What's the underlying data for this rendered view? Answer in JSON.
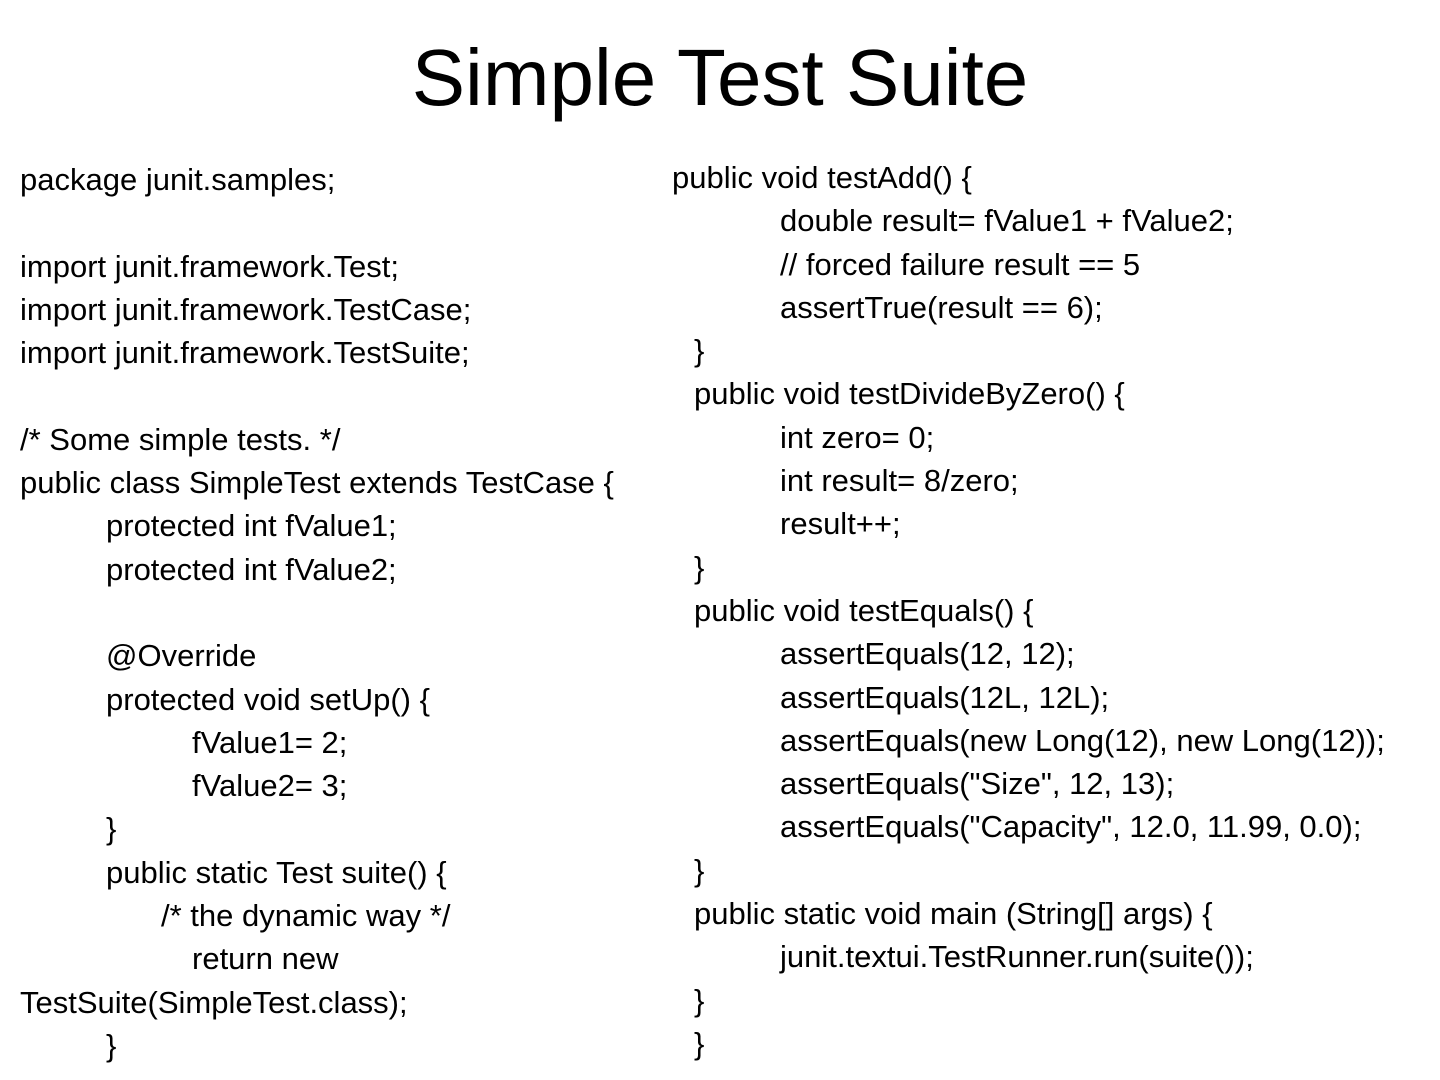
{
  "slide": {
    "title": "Simple Test Suite",
    "left_code": [
      {
        "indent": 0,
        "text": "package junit.samples;"
      },
      {
        "indent": 0,
        "text": ""
      },
      {
        "indent": 0,
        "text": "import junit.framework.Test;"
      },
      {
        "indent": 0,
        "text": "import junit.framework.TestCase;"
      },
      {
        "indent": 0,
        "text": "import junit.framework.TestSuite;"
      },
      {
        "indent": 0,
        "text": ""
      },
      {
        "indent": 0,
        "text": "/* Some simple tests. */"
      },
      {
        "indent": 0,
        "text": "public class SimpleTest extends TestCase {"
      },
      {
        "indent": 1,
        "text": "protected int fValue1;"
      },
      {
        "indent": 1,
        "text": "protected int fValue2;"
      },
      {
        "indent": 0,
        "text": ""
      },
      {
        "indent": 1,
        "text": "@Override"
      },
      {
        "indent": 1,
        "text": "protected void setUp() {"
      },
      {
        "indent": 2,
        "text": "fValue1= 2;"
      },
      {
        "indent": 2,
        "text": "fValue2= 3;"
      },
      {
        "indent": 1,
        "text": "}"
      },
      {
        "indent": 1,
        "text": "public static Test suite() {"
      },
      {
        "indent": 1.64,
        "text": "/* the dynamic way */"
      },
      {
        "indent": 2,
        "text": "return new"
      },
      {
        "indent": 0,
        "text": "TestSuite(SimpleTest.class);"
      },
      {
        "indent": 1,
        "text": "}"
      }
    ],
    "right_code": [
      {
        "indent": 0,
        "text": "public void testAdd() {"
      },
      {
        "indent": 1.25,
        "text": "double result= fValue1 + fValue2;"
      },
      {
        "indent": 1.25,
        "text": "// forced failure result == 5"
      },
      {
        "indent": 1.25,
        "text": "assertTrue(result == 6);"
      },
      {
        "indent": 0.26,
        "text": "}"
      },
      {
        "indent": 0.26,
        "text": "public void testDivideByZero() {"
      },
      {
        "indent": 1.25,
        "text": "int zero= 0;"
      },
      {
        "indent": 1.25,
        "text": "int result= 8/zero;"
      },
      {
        "indent": 1.25,
        "text": "result++;"
      },
      {
        "indent": 0.26,
        "text": "}"
      },
      {
        "indent": 0.26,
        "text": "public void testEquals() {"
      },
      {
        "indent": 1.25,
        "text": "assertEquals(12, 12);"
      },
      {
        "indent": 1.25,
        "text": "assertEquals(12L, 12L);"
      },
      {
        "indent": 1.25,
        "text": "assertEquals(new Long(12), new Long(12));"
      },
      {
        "indent": 1.25,
        "text": "assertEquals(\"Size\", 12, 13);"
      },
      {
        "indent": 1.25,
        "text": "assertEquals(\"Capacity\", 12.0, 11.99, 0.0);"
      },
      {
        "indent": 0.26,
        "text": "}"
      },
      {
        "indent": 0.26,
        "text": "public static void main (String[] args) {"
      },
      {
        "indent": 1.25,
        "text": "junit.textui.TestRunner.run(suite());"
      },
      {
        "indent": 0.26,
        "text": "}"
      },
      {
        "indent": 0.26,
        "text": "}"
      }
    ]
  }
}
